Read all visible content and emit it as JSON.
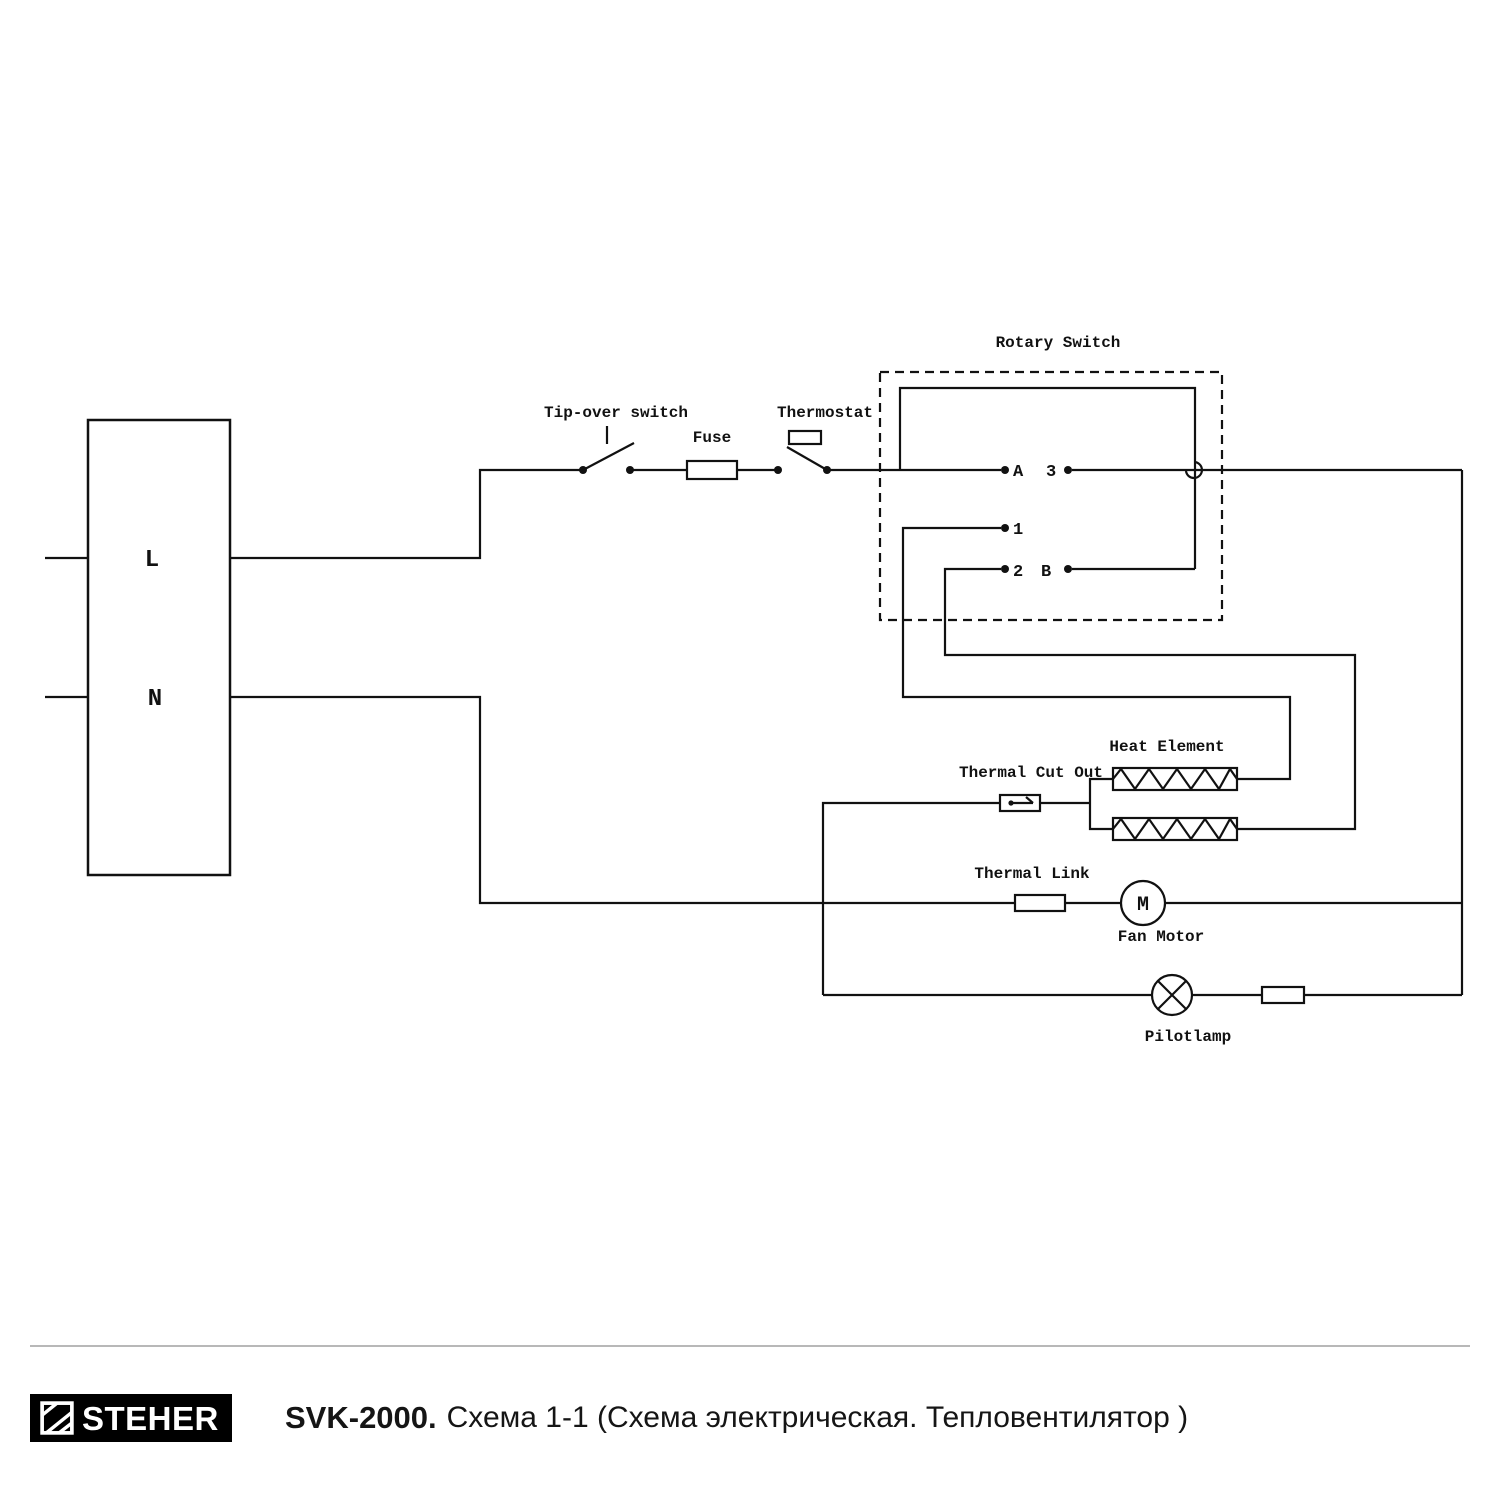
{
  "diagram": {
    "labels": {
      "rotary_switch": "Rotary Switch",
      "tip_over_switch": "Tip-over switch",
      "fuse": "Fuse",
      "thermostat": "Thermostat",
      "terminal_l": "L",
      "terminal_n": "N",
      "contact_a": "A",
      "contact_3": "3",
      "contact_1": "1",
      "contact_2": "2",
      "contact_b": "B",
      "heat_element": "Heat Element",
      "thermal_cut_out": "Thermal Cut Out",
      "thermal_link": "Thermal Link",
      "motor_m": "M",
      "fan_motor": "Fan  Motor",
      "pilotlamp": "Pilotlamp"
    },
    "colors": {
      "line": "#111111",
      "background": "#ffffff"
    }
  },
  "footer": {
    "logo": "STEHER",
    "model": "SVK-2000.",
    "caption": "Схема 1-1 (Схема электрическая. Тепловентилятор )",
    "logo_bg": "#000000"
  }
}
